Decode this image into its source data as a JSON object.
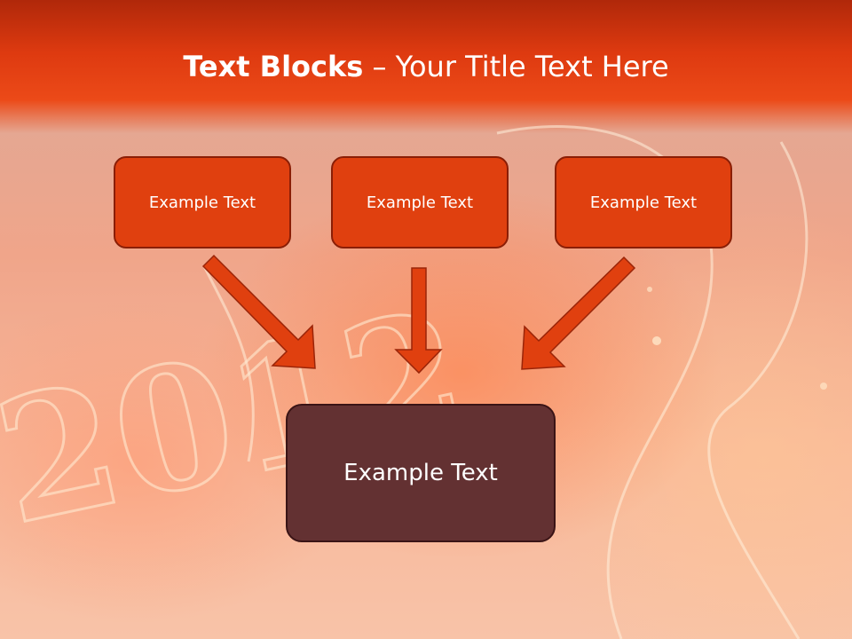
{
  "slide": {
    "title_bold": "Text Blocks",
    "title_rest": " – Your Title Text Here"
  },
  "diagram": {
    "top_boxes": [
      {
        "label": "Example Text"
      },
      {
        "label": "Example Text"
      },
      {
        "label": "Example Text"
      }
    ],
    "bottom_box": {
      "label": "Example Text"
    },
    "background_numerals": "2012"
  },
  "colors": {
    "header": "#de3a10",
    "top_box_fill": "#e0400f",
    "top_box_border": "#8a1e06",
    "bottom_box_fill": "#633132",
    "arrow_fill": "#e0400f"
  }
}
